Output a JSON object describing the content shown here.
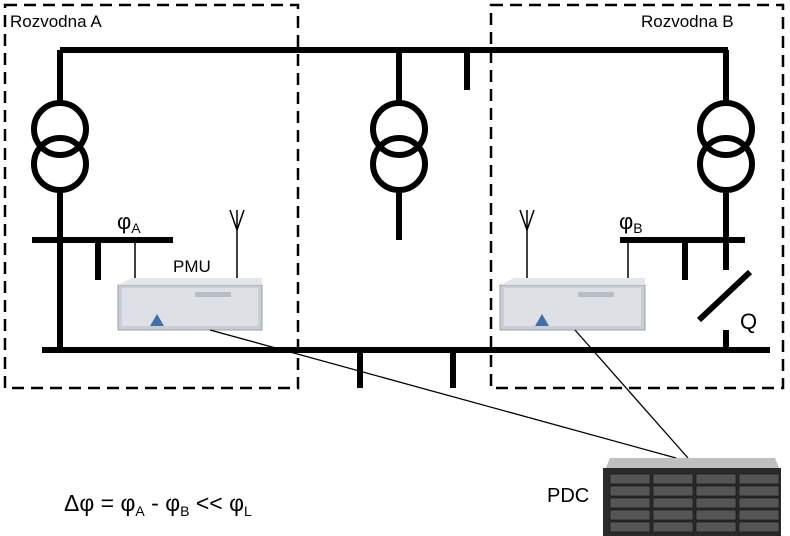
{
  "substations": {
    "a": {
      "title": "Rozvodna A",
      "phase": {
        "symbol": "φ",
        "sub": "A"
      }
    },
    "b": {
      "title": "Rozvodna B",
      "phase": {
        "symbol": "φ",
        "sub": "B"
      }
    }
  },
  "pmu": {
    "label": "PMU"
  },
  "breaker": {
    "label": "Q"
  },
  "pdc": {
    "label": "PDC"
  },
  "formula": {
    "delta": "Δφ = φ",
    "sub_a": "A",
    "minus": " - φ",
    "sub_b": "B",
    "less": " << φ",
    "sub_l": "L"
  },
  "colors": {
    "line": "#000000",
    "device_body": "#c9cdd4",
    "device_front": "#dde0e5",
    "device_logo": "#3f6fb0",
    "pdc_body": "#2a2a2a"
  }
}
